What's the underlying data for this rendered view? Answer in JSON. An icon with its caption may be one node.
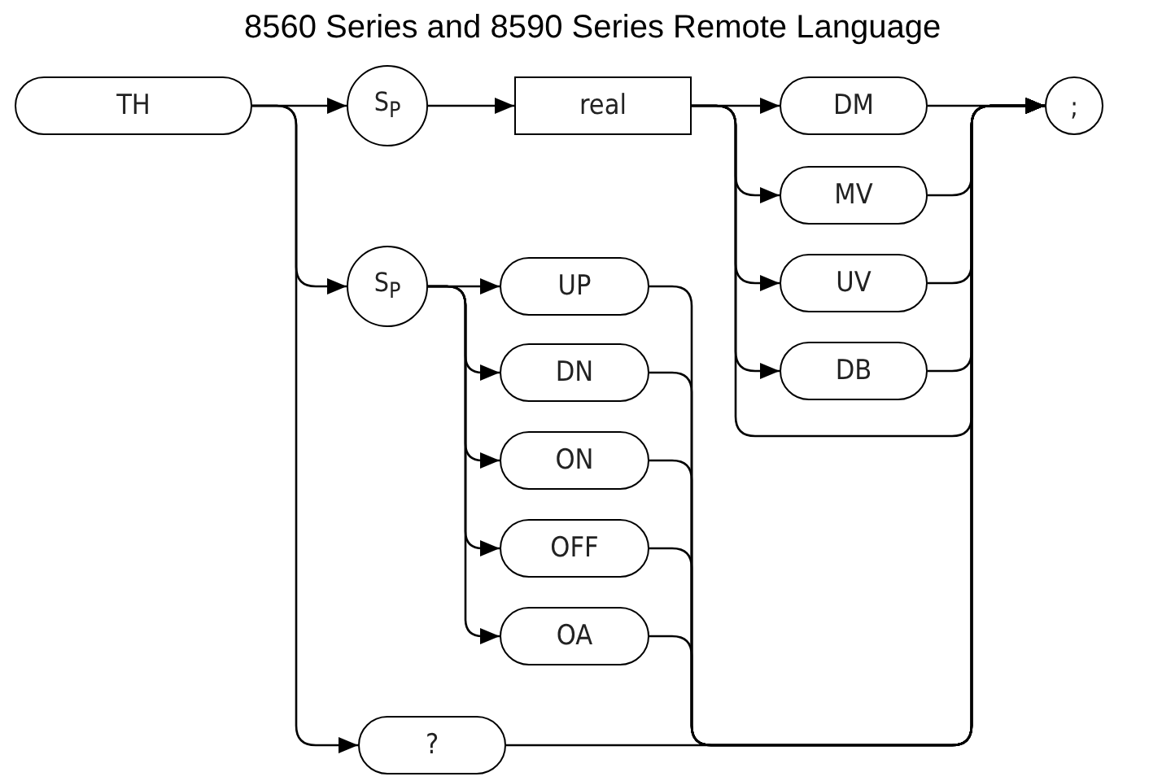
{
  "diagram": {
    "title": "8560 Series and 8590 Series Remote Language",
    "nodes": [
      {
        "text": [
          "TH"
        ]
      },
      {
        "text": [
          "S$_{P}$"
        ]
      },
      {
        "text": [
          "real"
        ]
      },
      {
        "text": [
          "DM"
        ]
      },
      {
        "text": [
          "MV"
        ]
      },
      {
        "text": [
          "UV"
        ]
      },
      {
        "text": [
          "DB"
        ]
      },
      {
        "text": [
          ";"
        ]
      },
      {
        "text": [
          "S$_{P}$"
        ]
      },
      {
        "text": [
          "UP"
        ]
      },
      {
        "text": [
          "DN"
        ]
      },
      {
        "text": [
          "ON"
        ]
      },
      {
        "text": [
          "OFF"
        ]
      },
      {
        "text": [
          "OA"
        ]
      },
      {
        "text": [
          "?"
        ]
      }
    ],
    "edges": [
      {
        "from": 0,
        "to": 1,
        "arrow": "to"
      },
      {
        "from": 0,
        "to": 8,
        "arrow": "to"
      },
      {
        "from": 0,
        "to": 14,
        "arrow": "to"
      },
      {
        "from": 1,
        "to": 2,
        "arrow": "to"
      },
      {
        "from": 2,
        "to": 3,
        "arrow": "to"
      },
      {
        "from": 2,
        "to": 4,
        "arrow": "to"
      },
      {
        "from": 2,
        "to": 5,
        "arrow": "to"
      },
      {
        "from": 2,
        "to": 6,
        "arrow": "to"
      },
      {
        "from": 2,
        "to": 7,
        "arrow": "to"
      },
      {
        "from": 3,
        "to": 7,
        "arrow": "to"
      },
      {
        "from": 4,
        "to": 7,
        "arrow": "to"
      },
      {
        "from": 5,
        "to": 7,
        "arrow": "to"
      },
      {
        "from": 6,
        "to": 7,
        "arrow": "to"
      },
      {
        "from": 8,
        "to": 9,
        "arrow": "to"
      },
      {
        "from": 8,
        "to": 10,
        "arrow": "to"
      },
      {
        "from": 8,
        "to": 11,
        "arrow": "to"
      },
      {
        "from": 8,
        "to": 12,
        "arrow": "to"
      },
      {
        "from": 8,
        "to": 13,
        "arrow": "to"
      },
      {
        "from": 9,
        "to": 7,
        "arrow": "to"
      },
      {
        "from": 10,
        "to": 7,
        "arrow": "to"
      },
      {
        "from": 11,
        "to": 7,
        "arrow": "to"
      },
      {
        "from": 12,
        "to": 7,
        "arrow": "to"
      },
      {
        "from": 13,
        "to": 7,
        "arrow": "to"
      },
      {
        "from": 14,
        "to": 7,
        "arrow": "to"
      }
    ]
  }
}
